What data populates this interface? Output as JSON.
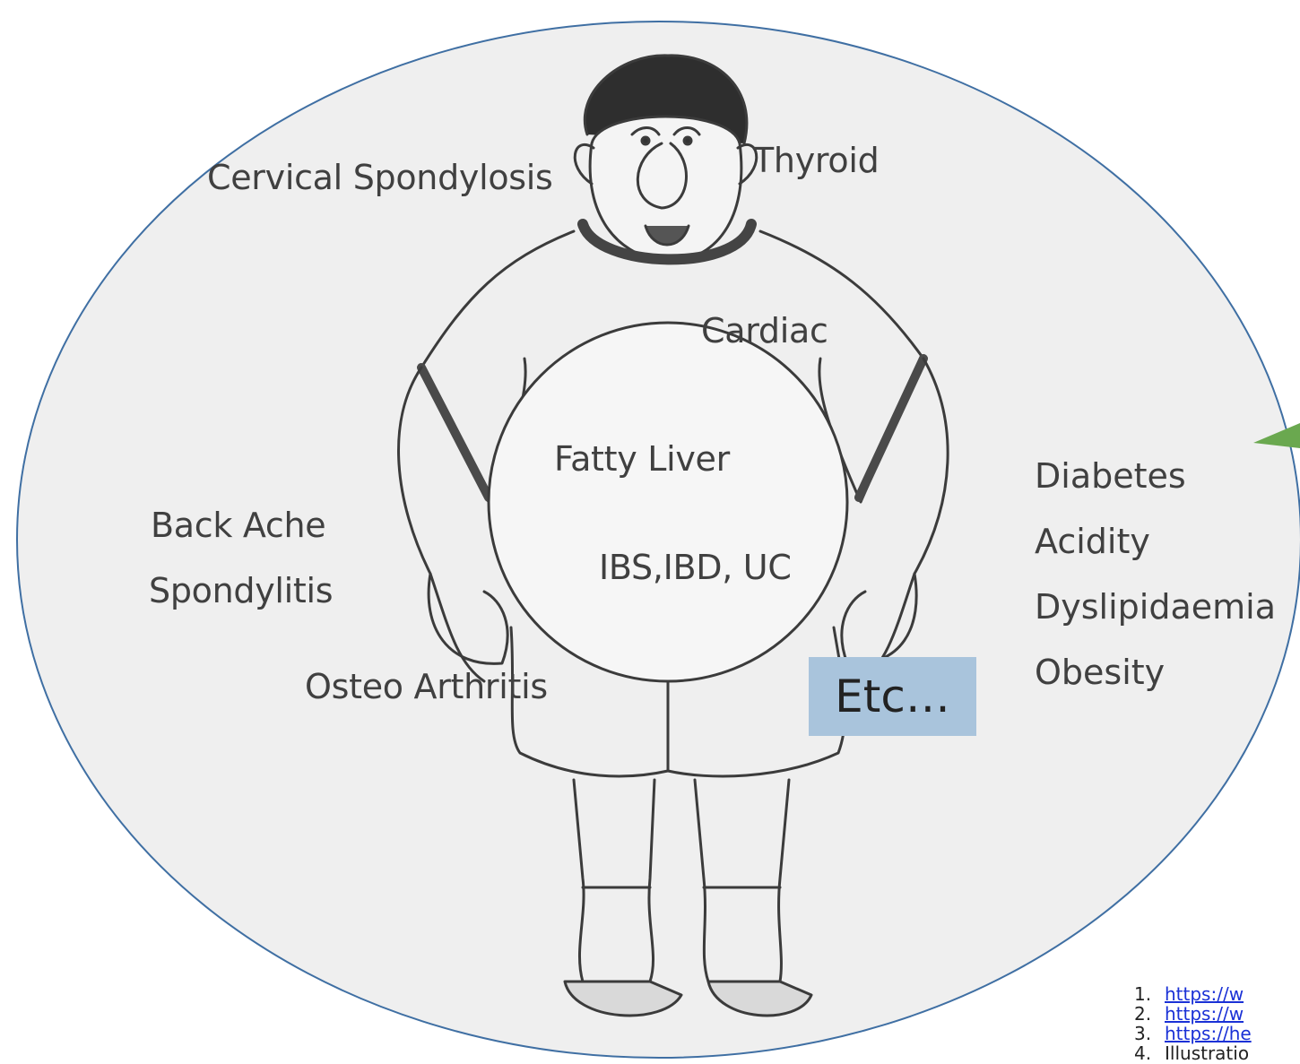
{
  "conditions": {
    "cervical": "Cervical Spondylosis",
    "thyroid": "Thyroid",
    "cardiac": "Cardiac",
    "fatty_liver": "Fatty Liver",
    "ibs": "IBS,IBD, UC",
    "back_ache": "Back Ache",
    "spondylitis": "Spondylitis",
    "osteo": "Osteo Arthritis",
    "right_list": [
      "Diabetes",
      "Acidity",
      "Dyslipidaemia",
      "Obesity"
    ],
    "etc": "Etc…"
  },
  "references": [
    {
      "num": "1.",
      "text": "https://w"
    },
    {
      "num": "2.",
      "text": "https://w"
    },
    {
      "num": "3.",
      "text": "https://he"
    },
    {
      "num": "4.",
      "text": "Illustratio"
    }
  ],
  "colors": {
    "bubble_fill": "#efefef",
    "bubble_stroke": "#3f6fa3",
    "etc_fill": "#a9c4dc",
    "pointer": "#6aa84f"
  }
}
